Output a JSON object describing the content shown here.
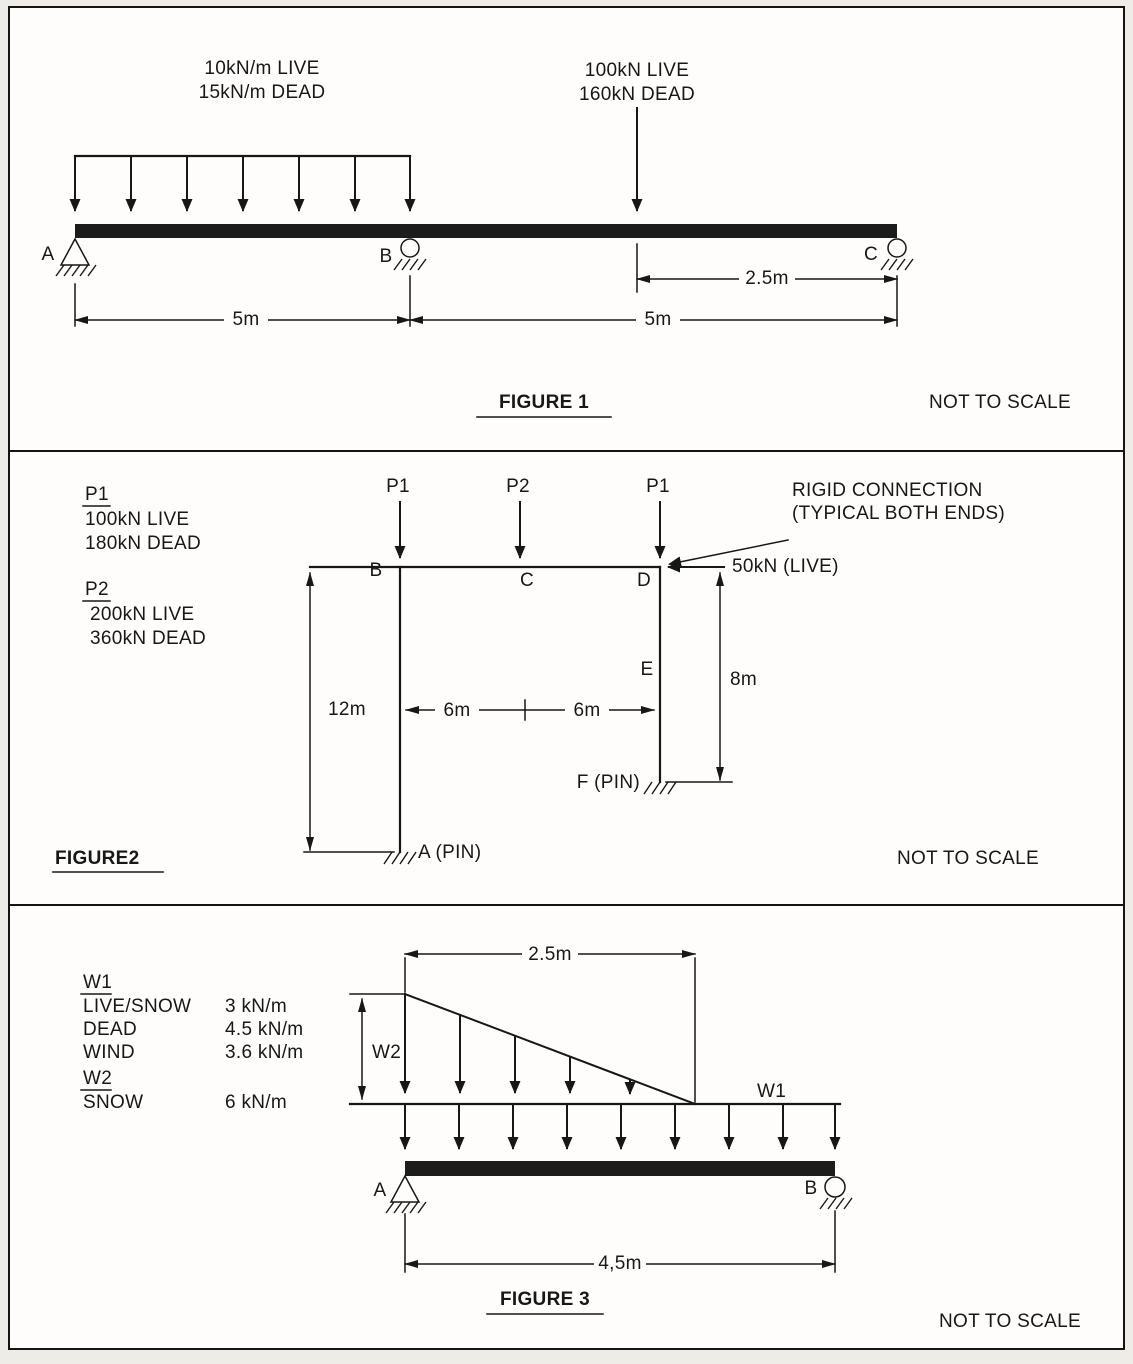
{
  "figure1": {
    "title": "FIGURE 1",
    "not_to_scale": "NOT TO SCALE",
    "distributed_load": {
      "line1": "10kN/m LIVE",
      "line2": "15kN/m DEAD"
    },
    "point_load": {
      "line1": "100kN LIVE",
      "line2": "160kN DEAD"
    },
    "supports": {
      "a": "A",
      "b": "B",
      "c": "C"
    },
    "dimensions": {
      "span_ab": "5m",
      "span_bc": "5m",
      "load_to_c": "2.5m"
    }
  },
  "figure2": {
    "title": "FIGURE2",
    "not_to_scale": "NOT TO SCALE",
    "legend": {
      "p1_header": "P1",
      "p1_live": "100kN LIVE",
      "p1_dead": "180kN DEAD",
      "p2_header": "P2",
      "p2_live": "200kN LIVE",
      "p2_dead": "360kN DEAD"
    },
    "loads": {
      "at_b": "P1",
      "at_c": "P2",
      "at_d": "P1",
      "horizontal": "50kN (LIVE)"
    },
    "rigid_note": {
      "line1": "RIGID CONNECTION",
      "line2": "(TYPICAL BOTH ENDS)"
    },
    "nodes": {
      "b": "B",
      "c": "C",
      "d": "D",
      "e": "E"
    },
    "supports": {
      "a": "A (PIN)",
      "f": "F (PIN)"
    },
    "dimensions": {
      "height_left": "12m",
      "bay_left": "6m",
      "bay_right": "6m",
      "height_right": "8m"
    }
  },
  "figure3": {
    "title": "FIGURE 3",
    "not_to_scale": "NOT TO SCALE",
    "legend": {
      "w1_header": "W1",
      "rows_w1": [
        {
          "label": "LIVE/SNOW",
          "value": "3 kN/m"
        },
        {
          "label": "DEAD",
          "value": "4.5 kN/m"
        },
        {
          "label": "WIND",
          "value": "3.6 kN/m"
        }
      ],
      "w2_header": "W2",
      "rows_w2": [
        {
          "label": "SNOW",
          "value": "6 kN/m"
        }
      ]
    },
    "labels": {
      "w1": "W1",
      "w2": "W2"
    },
    "supports": {
      "a": "A",
      "b": "B"
    },
    "dimensions": {
      "top": "2.5m",
      "span": "4,5m"
    }
  }
}
